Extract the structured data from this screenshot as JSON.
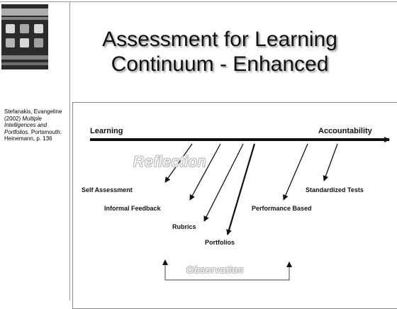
{
  "slide": {
    "title_line1": "Assessment for Learning",
    "title_line2": "Continuum - Enhanced"
  },
  "citation": {
    "author": "Stefanakis, Evangeline",
    "year": "(2002)",
    "book_title": "Multiple Intelligences and Portfolios.",
    "publisher": "Portsmouth: Heinemann, p. 136"
  },
  "diagram": {
    "left_end": "Learning",
    "right_end": "Accountability",
    "overlay_top": "Reflection",
    "overlay_bottom": "Observation",
    "items": [
      "Self Assessment",
      "Informal Feedback",
      "Rubrics",
      "Portfolios",
      "Performance Based",
      "Standardized Tests"
    ]
  }
}
